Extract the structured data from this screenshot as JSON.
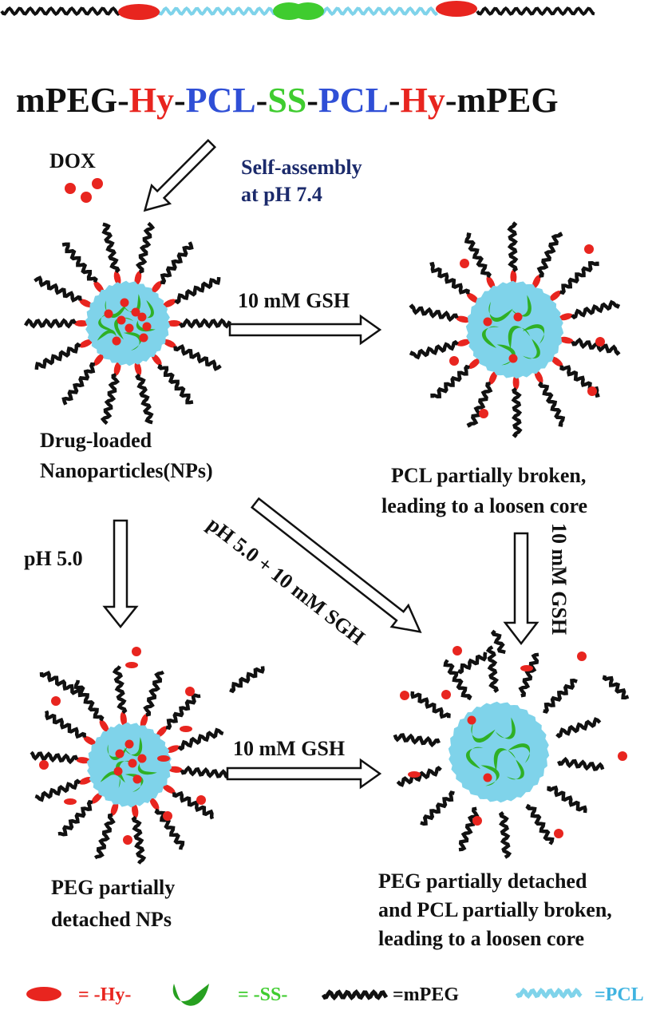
{
  "formula": {
    "parts": [
      "mPEG",
      "-",
      "Hy",
      "-",
      "PCL",
      "-",
      "SS",
      "-",
      "PCL",
      "-",
      "Hy",
      "-",
      "mPEG"
    ]
  },
  "labels": {
    "dox": "DOX",
    "self_assembly_line1": "Self-assembly",
    "self_assembly_line2": "at pH 7.4",
    "gsh_top": "10 mM GSH",
    "drug_loaded_line1": "Drug-loaded",
    "drug_loaded_line2": "Nanoparticles(NPs)",
    "pcl_broken_line1": "PCL partially broken,",
    "pcl_broken_line2": "leading to a loosen core",
    "gsh_vertical": "10 mM GSH",
    "ph50": "pH 5.0",
    "ph50_sgh": "pH 5.0 + 10 mM SGH",
    "gsh_bottom": "10 mM GSH",
    "peg_detached_line1": "PEG partially",
    "peg_detached_line2": "detached NPs",
    "final_line1": "PEG partially detached",
    "final_line2": "and PCL partially broken,",
    "final_line3": "leading to a loosen core"
  },
  "legend": {
    "hy": "= -Hy-",
    "ss": "= -SS-",
    "mpeg": "=mPEG",
    "pcl": "=PCL"
  },
  "colors": {
    "red": "#e8251f",
    "green": "#3fcc2f",
    "blue": "#2f4fd6",
    "cyan": "#7fd3ea",
    "black": "#111111"
  }
}
